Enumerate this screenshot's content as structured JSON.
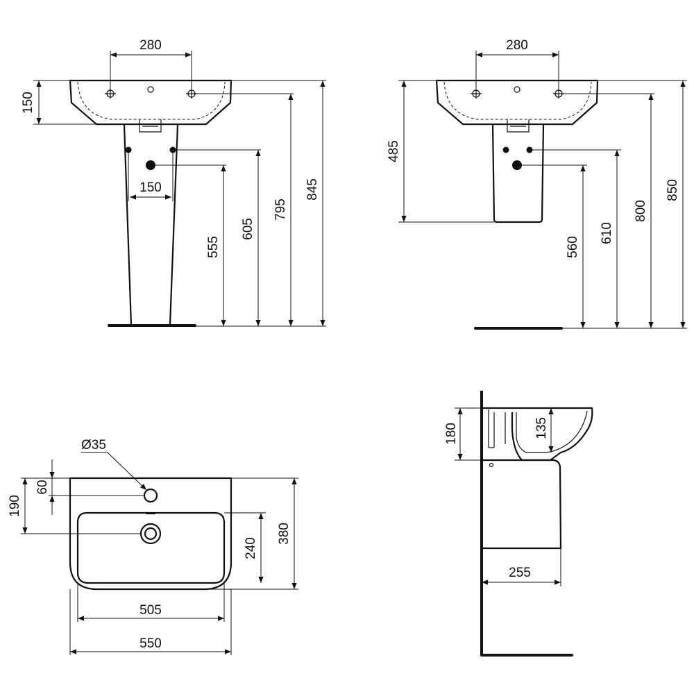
{
  "views": {
    "pedestal_front": {
      "tap_centres": "280",
      "basin_height": "150",
      "pedestal_width": "150",
      "waste_height": "555",
      "supply_height": "605",
      "tap_height": "795",
      "rim_height": "845"
    },
    "semi_pedestal_front": {
      "tap_centres": "280",
      "fixing_height": "485",
      "waste_height": "560",
      "supply_height": "610",
      "tap_height": "800",
      "rim_height": "850"
    },
    "plan": {
      "tap_hole_diameter": "Ø35",
      "tap_hole_offset": "60",
      "waste_from_back": "190",
      "bowl_depth": "240",
      "overall_depth": "380",
      "bowl_width": "505",
      "overall_width": "550"
    },
    "side_section": {
      "bowl_height": "180",
      "inner_depth": "135",
      "projection": "255"
    }
  },
  "colors": {
    "line": "#111111",
    "background": "#ffffff"
  }
}
